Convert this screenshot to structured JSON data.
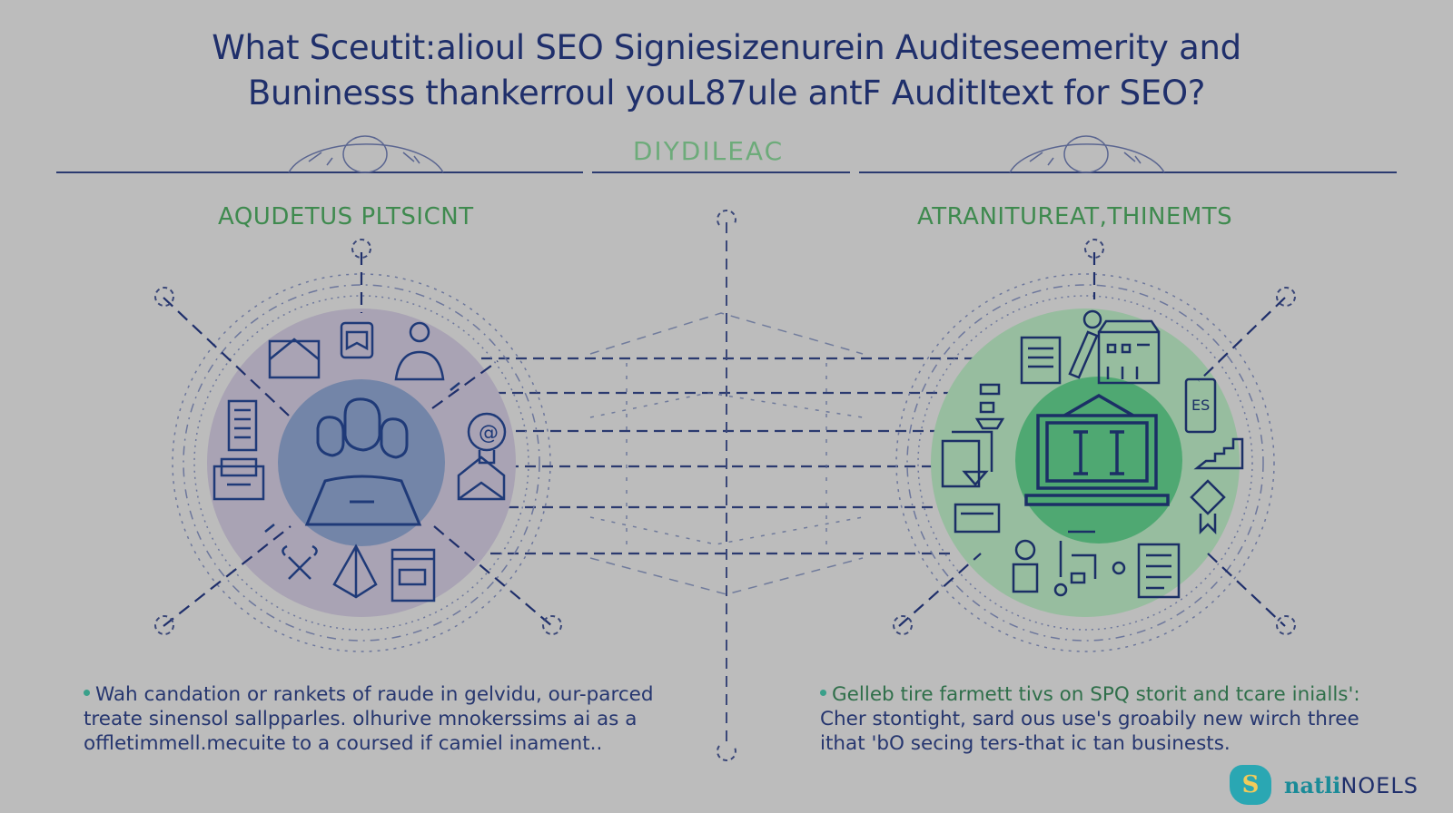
{
  "title": {
    "line1": "What Sceutit:alioul SEO Signiesizenurein Auditeseemerity and",
    "line2": "Buninesss thankerroul youL87ule antF AuditItext for SEO?"
  },
  "center_label": "DIYDILEAC",
  "left_panel": {
    "heading": "AQUDETUS PLTSICNT",
    "circle_color": "#a9a3b4",
    "inner_circle_color": "#7385a8",
    "icons": [
      "envelope-icon",
      "book-shield-icon",
      "person-icon",
      "document-icon",
      "printer-icon",
      "lightbulb-at-icon",
      "open-envelope-icon",
      "tools-icon",
      "pyramid-icon",
      "browser-window-icon",
      "team-icon"
    ],
    "bullet": {
      "line1": "Wah candation or rankets of raude in gelvidu, our-parced",
      "line2": "treate sinensol sallpparles. olhurive mnokerssims ai as a",
      "line3": "offletimmell.mecuite to a coursed if camiel inament.."
    }
  },
  "right_panel": {
    "heading": "ATRANITUREAT,THINEMTS",
    "circle_color": "#97bd9f",
    "inner_circle_color": "#4fa872",
    "icons": [
      "documents-icon",
      "pen-icon",
      "building-icon",
      "phone-icon",
      "bar-chart-icon",
      "award-badge-icon",
      "file-icon",
      "circuit-icon",
      "person-pin-icon",
      "sofa-icon",
      "folders-icon",
      "flowchart-icon",
      "bank-laptop-icon"
    ],
    "bullet": {
      "line1": "Gelleb tire farmett tivs on SPQ storit and tcare inialls':",
      "line2": "Cher stontight, sard ous use's groabily new wirch three",
      "line3": "ithat 'bO secing ters-that ic tan businests."
    }
  },
  "colors": {
    "background": "#bcbcbc",
    "navy": "#1f2f6b",
    "green": "#3f8a4f",
    "teal": "#2aa7b3"
  },
  "logo": {
    "icon_glyph": "S",
    "text_a": "natli",
    "text_b": "NOELS"
  }
}
